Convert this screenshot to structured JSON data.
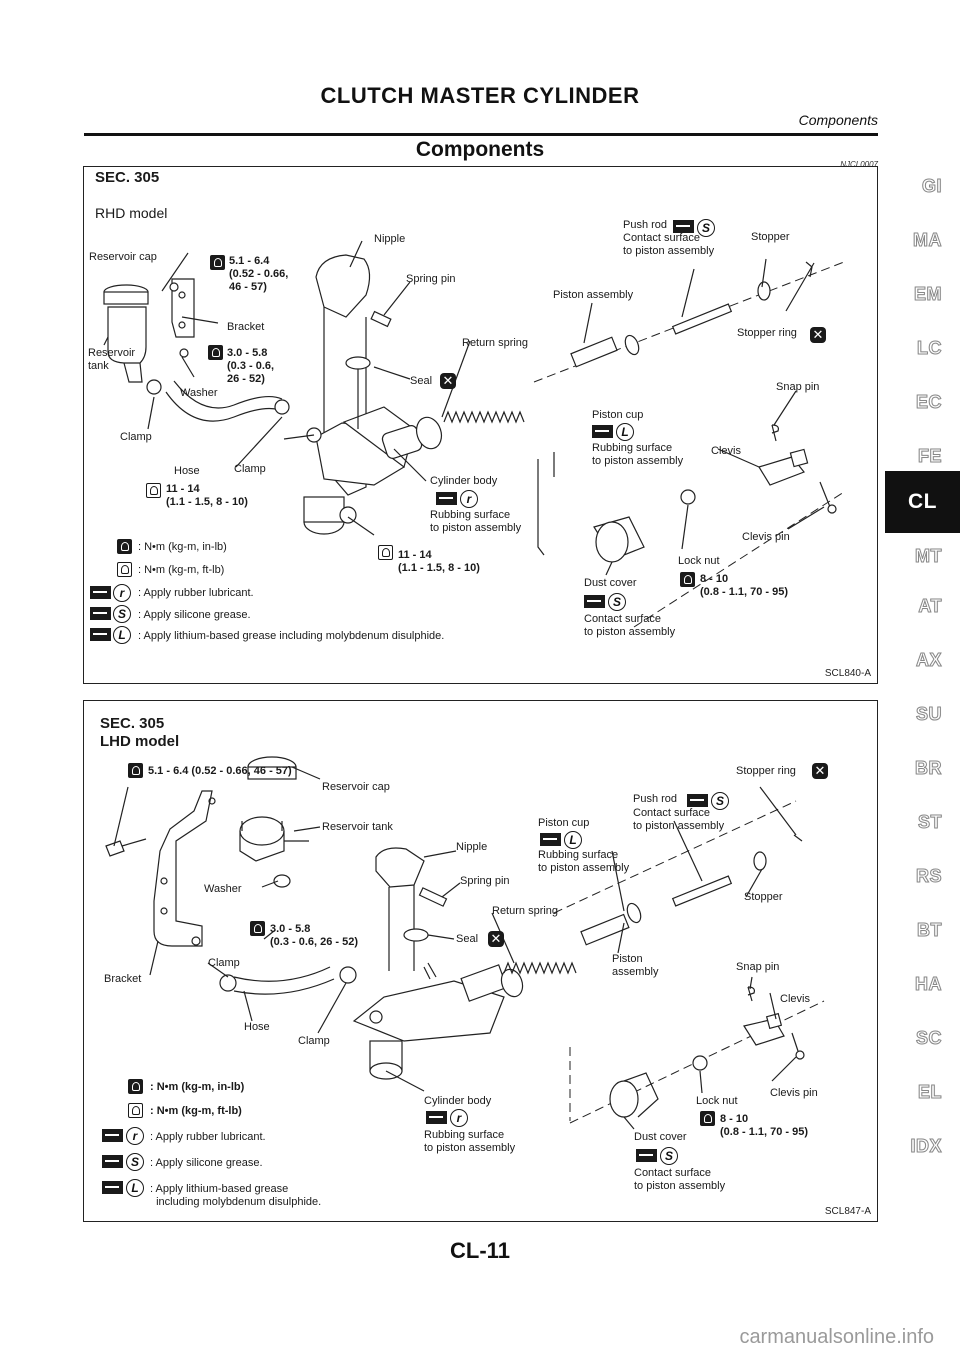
{
  "header": {
    "title": "CLUTCH MASTER CYLINDER",
    "subtitle": "Components"
  },
  "section": {
    "title": "Components",
    "ref": "NJCL0007"
  },
  "fig1": {
    "sec": "SEC. 305",
    "model": "RHD model",
    "labels": {
      "reservoir_cap": "Reservoir cap",
      "torque1": "5.1 - 6.4\n(0.52 - 0.66,\n46 - 57)",
      "nipple": "Nipple",
      "spring_pin": "Spring pin",
      "push_rod": "Push rod",
      "push_rod_note": "Contact surface\nto piston assembly",
      "stopper": "Stopper",
      "bracket": "Bracket",
      "piston_assembly": "Piston assembly",
      "stopper_ring": "Stopper ring",
      "reservoir_tank": "Reservoir\ntank",
      "torque2": "3.0 - 5.8\n(0.3 - 0.6,\n26 - 52)",
      "return_spring": "Return spring",
      "washer": "Washer",
      "seal": "Seal",
      "snap_pin": "Snap pin",
      "clamp_left": "Clamp",
      "piston_cup": "Piston cup",
      "piston_cup_note": "Rubbing surface\nto piston assembly",
      "clevis": "Clevis",
      "hose": "Hose",
      "clamp_mid": "Clamp",
      "cylinder_body": "Cylinder body",
      "cylinder_body_note": "Rubbing surface\nto piston assembly",
      "torque3": "11 - 14\n(1.1 - 1.5, 8 - 10)",
      "clevis_pin": "Clevis pin",
      "torque4": "11 - 14\n(1.1 - 1.5, 8 - 10)",
      "lock_nut": "Lock nut",
      "torque5": "8 - 10\n(0.8 - 1.1, 70 - 95)",
      "dust_cover": "Dust cover",
      "dust_cover_note": "Contact surface\nto piston assembly"
    },
    "legend": [
      ": N•m (kg-m, in-lb)",
      ": N•m (kg-m, ft-lb)",
      ": Apply rubber lubricant.",
      ": Apply silicone grease.",
      ": Apply lithium-based grease including molybdenum disulphide."
    ],
    "code": "SCL840-A"
  },
  "fig2": {
    "sec": "SEC. 305",
    "model": "LHD model",
    "labels": {
      "torque1": "5.1 - 6.4 (0.52 - 0.66, 46 - 57)",
      "stopper_ring": "Stopper ring",
      "reservoir_cap": "Reservoir cap",
      "push_rod": "Push rod",
      "push_rod_note": "Contact surface\nto piston assembly",
      "reservoir_tank": "Reservoir tank",
      "piston_cup": "Piston cup",
      "piston_cup_note": "Rubbing surface\nto piston assembly",
      "nipple": "Nipple",
      "spring_pin": "Spring pin",
      "washer": "Washer",
      "stopper": "Stopper",
      "torque2": "3.0 - 5.8\n(0.3 - 0.6, 26 - 52)",
      "return_spring": "Return spring",
      "seal": "Seal",
      "bracket": "Bracket",
      "clamp_top": "Clamp",
      "piston_assembly": "Piston\nassembly",
      "snap_pin": "Snap pin",
      "clevis": "Clevis",
      "hose": "Hose",
      "clamp_bottom": "Clamp",
      "clevis_pin": "Clevis pin",
      "lock_nut": "Lock nut",
      "torque3": "8 - 10\n(0.8 - 1.1, 70 - 95)",
      "cylinder_body": "Cylinder body",
      "cylinder_body_note": "Rubbing surface\nto piston assembly",
      "dust_cover": "Dust cover",
      "dust_cover_note": "Contact surface\nto piston assembly"
    },
    "legend": [
      ": N•m (kg-m, in-lb)",
      ": N•m (kg-m, ft-lb)",
      ": Apply rubber lubricant.",
      ": Apply silicone grease.",
      ": Apply lithium-based grease\n  including molybdenum disulphide."
    ],
    "code": "SCL847-A"
  },
  "tabs": [
    "GI",
    "MA",
    "EM",
    "LC",
    "EC",
    "FE",
    "CL",
    "MT",
    "AT",
    "AX",
    "SU",
    "BR",
    "ST",
    "RS",
    "BT",
    "HA",
    "SC",
    "EL",
    "IDX"
  ],
  "active_tab": "CL",
  "page_number": "CL-11",
  "watermark": "carmanualsonline.info"
}
